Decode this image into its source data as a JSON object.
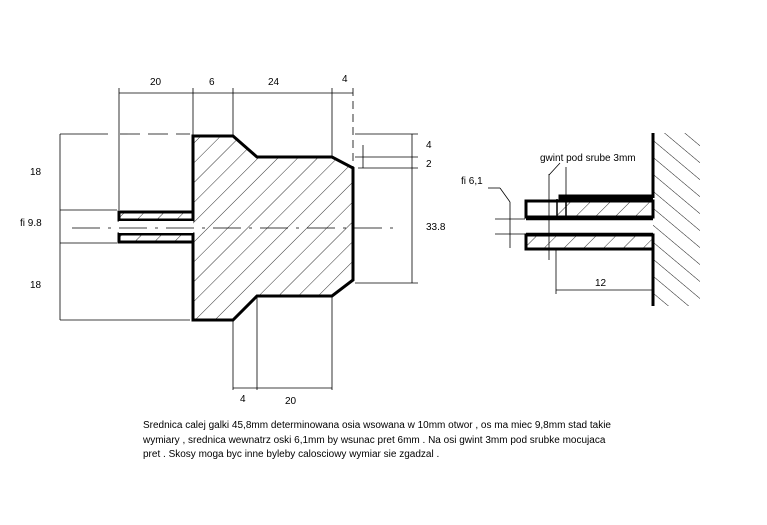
{
  "left_view": {
    "dims_top": [
      "20",
      "6",
      "24",
      "4"
    ],
    "dims_right": [
      "4",
      "2",
      "33.8"
    ],
    "dims_left": [
      "18",
      "fi 9.8",
      "18"
    ],
    "dims_bottom": [
      "4",
      "20"
    ]
  },
  "right_view": {
    "thread_label": "gwint pod srube 3mm",
    "hole_label": "fi 6,1",
    "length_label": "12"
  },
  "description": {
    "line1": "Srednica calej galki 45,8mm determinowana osia wsowana w 10mm otwor , os ma miec 9,8mm stad takie",
    "line2": "wymiary , srednica wewnatrz oski 6,1mm by wsunac pret 6mm . Na osi gwint 3mm pod srubke mocujaca",
    "line3": "pret . Skosy moga byc inne byleby calosciowy wymiar sie zgadzal ."
  }
}
